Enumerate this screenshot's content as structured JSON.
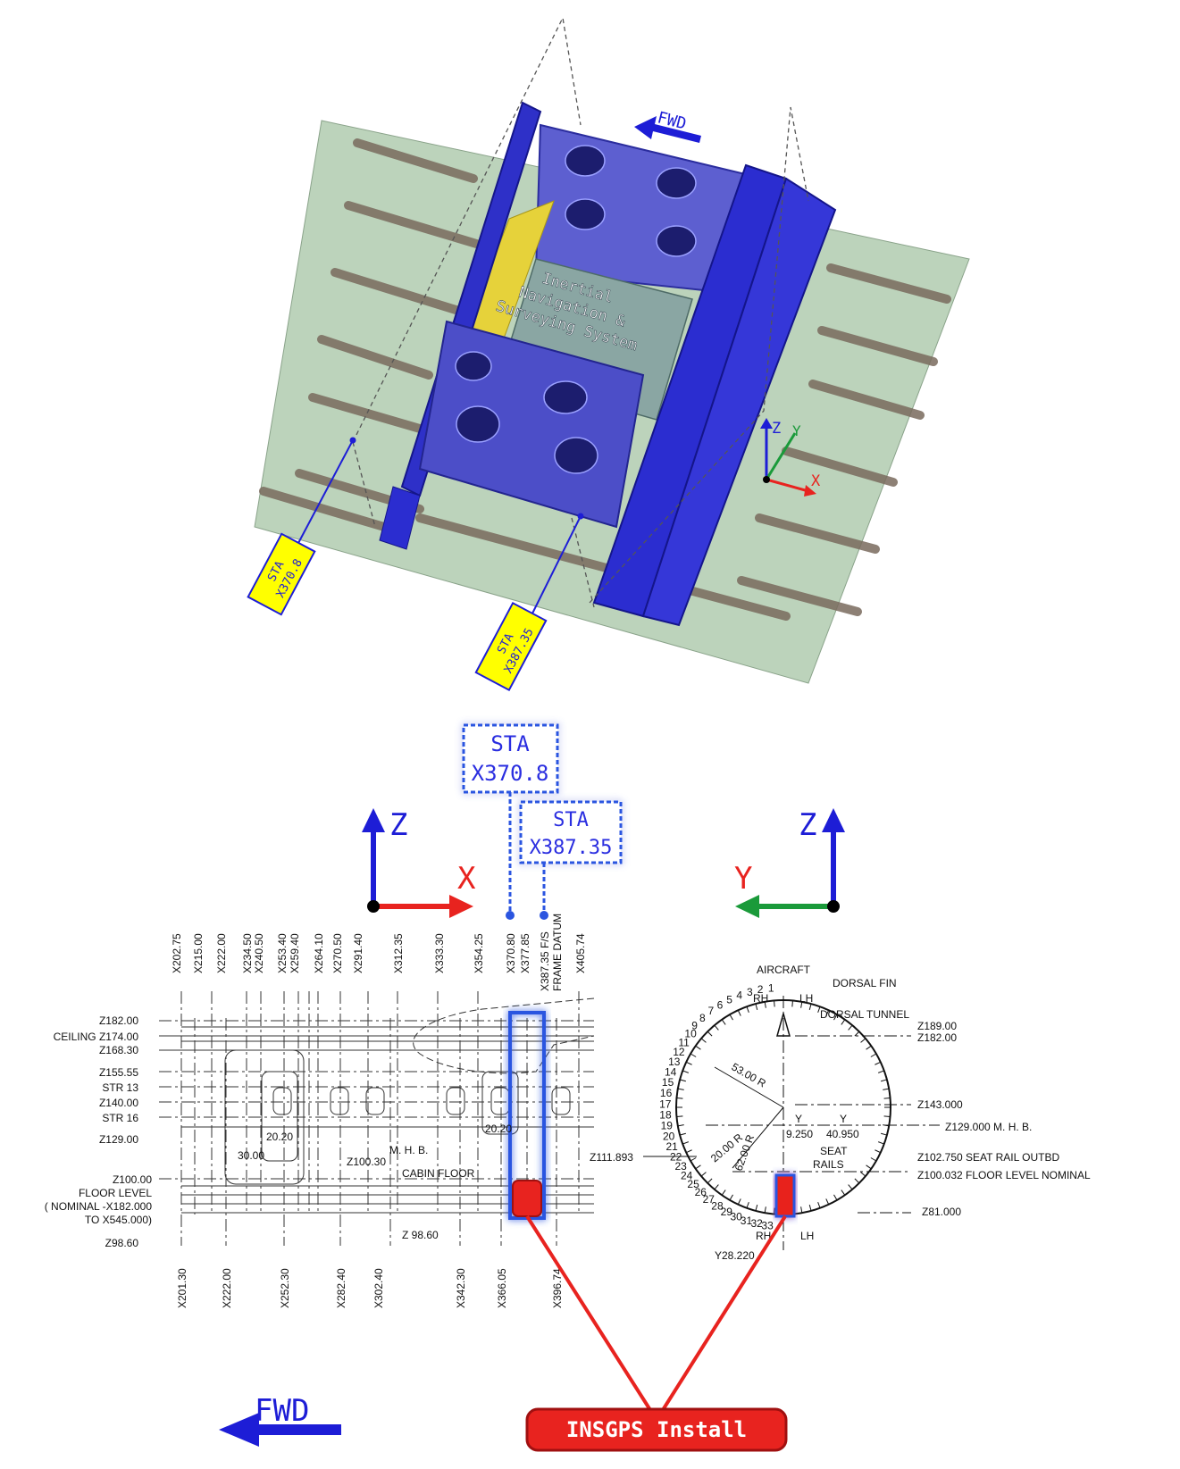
{
  "top_view": {
    "fwd_label": "FWD",
    "system_label": [
      "Inertial",
      "Navigation &",
      "Surveying System"
    ],
    "sta_tags": [
      {
        "line1": "STA",
        "line2": "X370.8"
      },
      {
        "line1": "STA",
        "line2": "X387.35"
      }
    ],
    "axes": {
      "x": "X",
      "y": "Y",
      "z": "Z"
    }
  },
  "callouts": {
    "sta1": {
      "line1": "STA",
      "line2": "X370.8"
    },
    "sta2": {
      "line1": "STA",
      "line2": "X387.35"
    }
  },
  "axes_left": {
    "z": "Z",
    "x": "X"
  },
  "axes_right": {
    "z": "Z",
    "y": "Y"
  },
  "side_view": {
    "top_labels": [
      "X202.75",
      "X215.00",
      "X222.00",
      "X234.50",
      "X240.50",
      "X253.40",
      "X259.40",
      "X264.10",
      "X270.50",
      "X291.40",
      "X312.35",
      "X333.30",
      "X354.25",
      "X370.80",
      "X377.85",
      "X387.35 F/S",
      "FRAME DATUM",
      "X405.74"
    ],
    "bottom_labels": [
      "X201.30",
      "X222.00",
      "X252.30",
      "X282.40",
      "X302.40",
      "X342.30",
      "X366.05",
      "X396.74"
    ],
    "left_labels": [
      "Z182.00",
      "CEILING Z174.00",
      "Z168.30",
      "Z155.55",
      "STR 13",
      "Z140.00",
      "STR 16",
      "Z129.00",
      "Z100.00",
      "FLOOR LEVEL",
      "( NOMINAL -X182.000",
      "TO X545.000)",
      "Z98.60"
    ],
    "dims": [
      "20.20",
      "30.00",
      "Z100.30",
      "M. H. B.",
      "CABIN FLOOR",
      "20.20",
      "Z 98.60"
    ]
  },
  "section_view": {
    "labels": [
      "AIRCRAFT",
      "RH",
      "LH",
      "DORSAL FIN",
      "DORSAL TUNNEL",
      "Z189.00",
      "Z182.00",
      "Z143.000",
      "Z129.000 M. H. B.",
      "Z111.893",
      "Z102.750 SEAT RAIL OUTBD",
      "Z100.032 FLOOR LEVEL NOMINAL",
      "Z81.000",
      "SEAT",
      "RAILS",
      "Y",
      "Y",
      "9.250",
      "40.950",
      "53.00 R",
      "20.00 R",
      "62.00 R",
      "RH",
      "LH",
      "Y28.220"
    ],
    "stations": [
      "1",
      "2",
      "3",
      "4",
      "5",
      "6",
      "7",
      "8",
      "9",
      "10",
      "11",
      "12",
      "13",
      "14",
      "15",
      "16",
      "17",
      "18",
      "19",
      "20",
      "21",
      "22",
      "23",
      "24",
      "25",
      "26",
      "27",
      "28",
      "29",
      "30",
      "31",
      "32",
      "33"
    ]
  },
  "install_label": "INSGPS Install",
  "fwd_bottom": "FWD",
  "colors": {
    "blue": "#1d1dd6",
    "red": "#e8231f",
    "green": "#1a9a3a",
    "yellow": "#ffff00"
  }
}
